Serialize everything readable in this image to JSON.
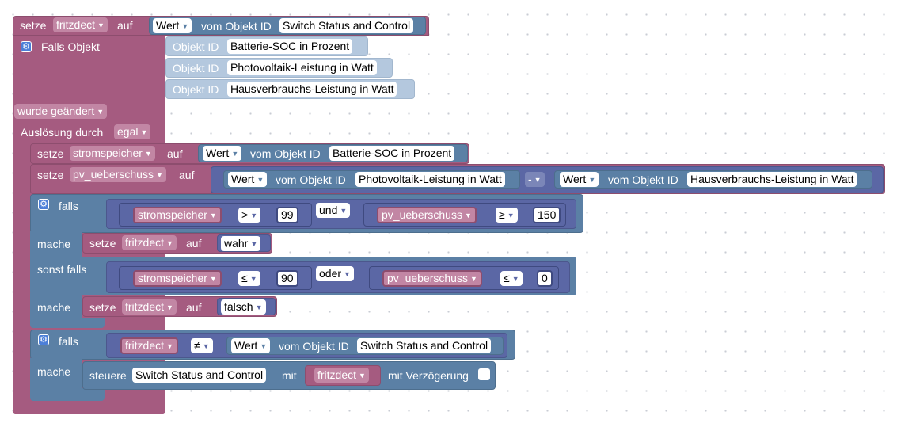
{
  "outer": {
    "setze": "setze",
    "var1": "fritzdect",
    "auf": "auf",
    "wert": "Wert",
    "vom_objekt_id": "vom Objekt ID",
    "objekt_id": "Objekt ID",
    "switch_obj": "Switch Status and Control",
    "falls_objekt": "Falls Objekt",
    "triggers": [
      "Batterie-SOC in Prozent",
      "Photovoltaik-Leistung in Watt",
      "Hausverbrauchs-Leistung in Watt"
    ],
    "wurde_geaendert": "wurde geändert",
    "ausloesung_durch": "Auslösung durch",
    "egal": "egal"
  },
  "set1": {
    "setze": "setze",
    "var": "stromspeicher",
    "auf": "auf",
    "wert": "Wert",
    "vom": "vom Objekt ID",
    "obj": "Batterie-SOC in Prozent"
  },
  "set2": {
    "setze": "setze",
    "var": "pv_ueberschuss",
    "auf": "auf",
    "wert1": "Wert",
    "vom1": "vom Objekt ID",
    "obj1": "Photovoltaik-Leistung in Watt",
    "op": "-",
    "wert2": "Wert",
    "vom2": "vom Objekt ID",
    "obj2": "Hausverbrauchs-Leistung in Watt"
  },
  "if1": {
    "falls": "falls",
    "c1": {
      "var": "stromspeicher",
      "op": ">",
      "val": "99"
    },
    "logic": "und",
    "c2": {
      "var": "pv_ueberschuss",
      "op": "≥",
      "val": "150"
    },
    "mache": "mache",
    "do1": {
      "setze": "setze",
      "var": "fritzdect",
      "auf": "auf",
      "val": "wahr"
    },
    "sonst_falls": "sonst falls",
    "c3": {
      "var": "stromspeicher",
      "op": "≤",
      "val": "90"
    },
    "logic2": "oder",
    "c4": {
      "var": "pv_ueberschuss",
      "op": "≤",
      "val": "0"
    },
    "mache2": "mache",
    "do2": {
      "setze": "setze",
      "var": "fritzdect",
      "auf": "auf",
      "val": "falsch"
    }
  },
  "if2": {
    "falls": "falls",
    "var": "fritzdect",
    "op": "≠",
    "wert": "Wert",
    "vom": "vom Objekt ID",
    "obj": "Switch Status and Control",
    "mache": "mache",
    "steuere": "steuere",
    "target": "Switch Status and Control",
    "mit": "mit",
    "var2": "fritzdect",
    "mit_verz": "mit Verzögerung"
  },
  "icons": {
    "gear": "gear-icon",
    "dropdown": "dropdown-arrow-icon"
  },
  "colors": {
    "variables": "#a55b80",
    "io": "#5b80a5",
    "logic": "#5b67a5",
    "trigger_objects": "#b4c8de"
  }
}
